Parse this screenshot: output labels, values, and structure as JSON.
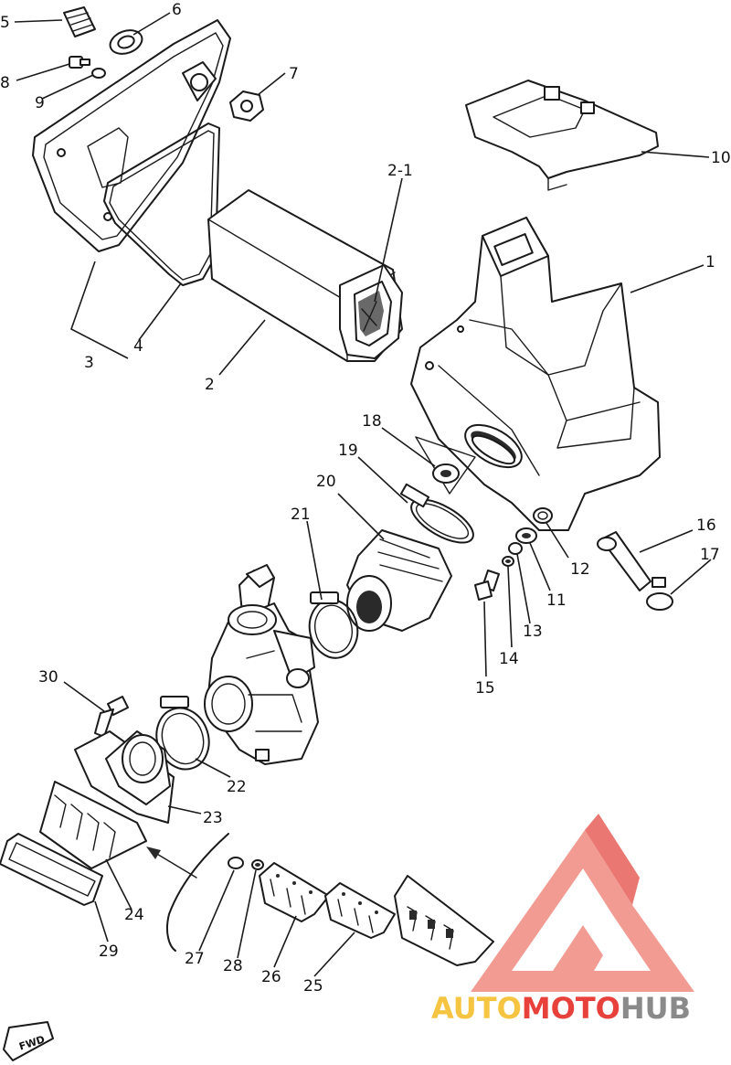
{
  "callouts": [
    {
      "id": "c5",
      "text": "5"
    },
    {
      "id": "c6",
      "text": "6"
    },
    {
      "id": "c8",
      "text": "8"
    },
    {
      "id": "c9",
      "text": "9"
    },
    {
      "id": "c7",
      "text": "7"
    },
    {
      "id": "c10",
      "text": "10"
    },
    {
      "id": "c2-1",
      "text": "2-1"
    },
    {
      "id": "c1",
      "text": "1"
    },
    {
      "id": "c3",
      "text": "3"
    },
    {
      "id": "c4",
      "text": "4"
    },
    {
      "id": "c2",
      "text": "2"
    },
    {
      "id": "c18",
      "text": "18"
    },
    {
      "id": "c19",
      "text": "19"
    },
    {
      "id": "c20",
      "text": "20"
    },
    {
      "id": "c21",
      "text": "21"
    },
    {
      "id": "c16",
      "text": "16"
    },
    {
      "id": "c17",
      "text": "17"
    },
    {
      "id": "c12",
      "text": "12"
    },
    {
      "id": "c11",
      "text": "11"
    },
    {
      "id": "c13",
      "text": "13"
    },
    {
      "id": "c14",
      "text": "14"
    },
    {
      "id": "c15",
      "text": "15"
    },
    {
      "id": "c30",
      "text": "30"
    },
    {
      "id": "c22",
      "text": "22"
    },
    {
      "id": "c23",
      "text": "23"
    },
    {
      "id": "c24",
      "text": "24"
    },
    {
      "id": "c29",
      "text": "29"
    },
    {
      "id": "c27",
      "text": "27"
    },
    {
      "id": "c28",
      "text": "28"
    },
    {
      "id": "c26",
      "text": "26"
    },
    {
      "id": "c25",
      "text": "25"
    }
  ],
  "fwd_label": "FWD",
  "watermark": {
    "part1": "AUTO",
    "part2": "MOTO",
    "part3": "HUB"
  },
  "colors": {
    "line": "#1a1a1a",
    "watermark_yellow": "#f5c542",
    "watermark_red": "#e8403a",
    "watermark_gray": "#8a8a8a"
  }
}
